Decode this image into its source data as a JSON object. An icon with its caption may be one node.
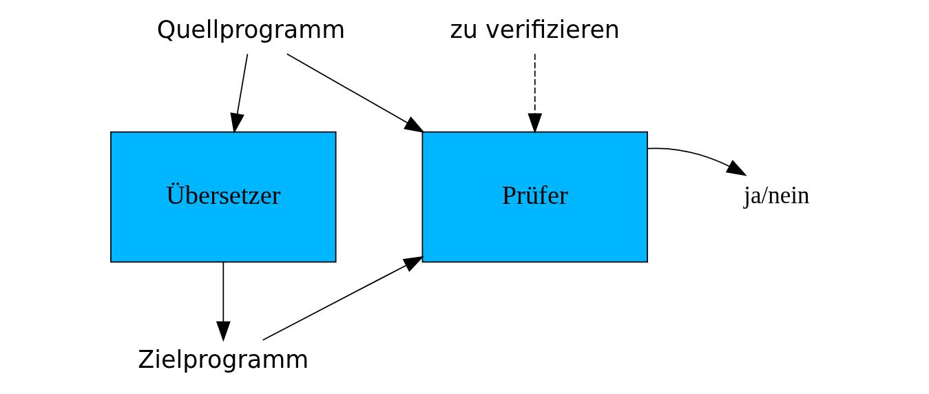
{
  "diagram": {
    "nodes": [
      {
        "text": [
          "Quellprogramm"
        ]
      },
      {
        "text": [
          "Übersetzer"
        ]
      },
      {
        "text": [
          "Prüfer"
        ]
      },
      {
        "text": [
          "zu verifizieren"
        ]
      },
      {
        "text": [
          "ja/nein"
        ]
      },
      {
        "text": [
          "Zielprogramm"
        ]
      }
    ],
    "edges": [
      {
        "from": 0,
        "to": 1,
        "arrow": "to"
      },
      {
        "from": 0,
        "to": 2,
        "arrow": "to"
      },
      {
        "from": 3,
        "to": 2,
        "arrow": "to",
        "style": "dashed"
      },
      {
        "from": 2,
        "to": 4,
        "arrow": "to"
      },
      {
        "from": 1,
        "to": 5,
        "arrow": "to"
      },
      {
        "from": 5,
        "to": 2,
        "arrow": "to"
      }
    ]
  }
}
